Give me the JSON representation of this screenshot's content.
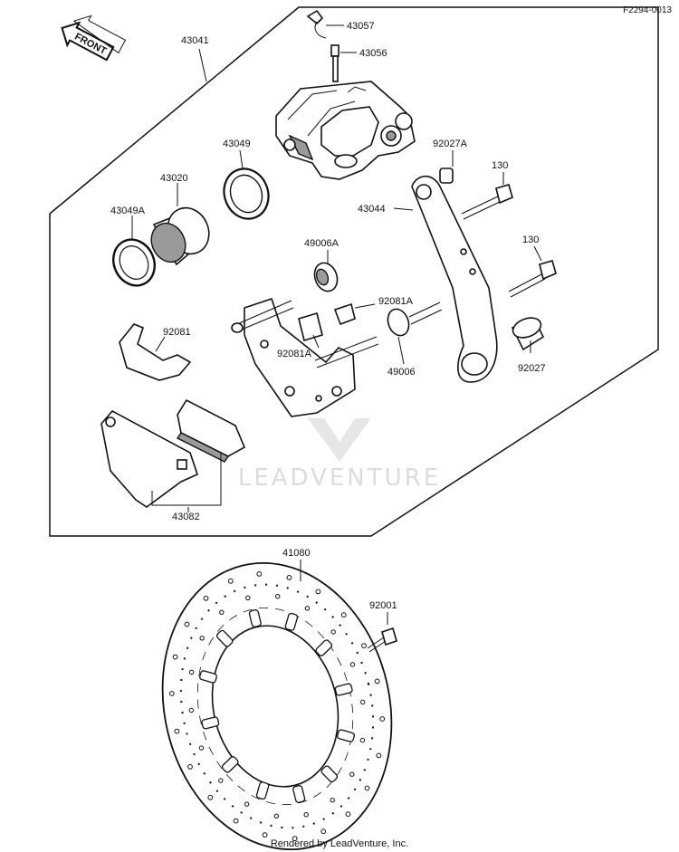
{
  "diagram_code": "F2294-0013",
  "front_label": "FRONT",
  "watermark": "LEADVENTURE",
  "footer": "Rendered by LeadVenture, Inc.",
  "parts": {
    "p43041": "43041",
    "p43057": "43057",
    "p43056": "43056",
    "p43049": "43049",
    "p43020": "43020",
    "p43049A": "43049A",
    "p92027A": "92027A",
    "p130a": "130",
    "p43044": "43044",
    "p49006A": "49006A",
    "p130b": "130",
    "p92081A_top": "92081A",
    "p92081": "92081",
    "p92081A_bottom": "92081A",
    "p49006": "49006",
    "p92027": "92027",
    "p43082": "43082",
    "p41080": "41080",
    "p92001": "92001"
  }
}
